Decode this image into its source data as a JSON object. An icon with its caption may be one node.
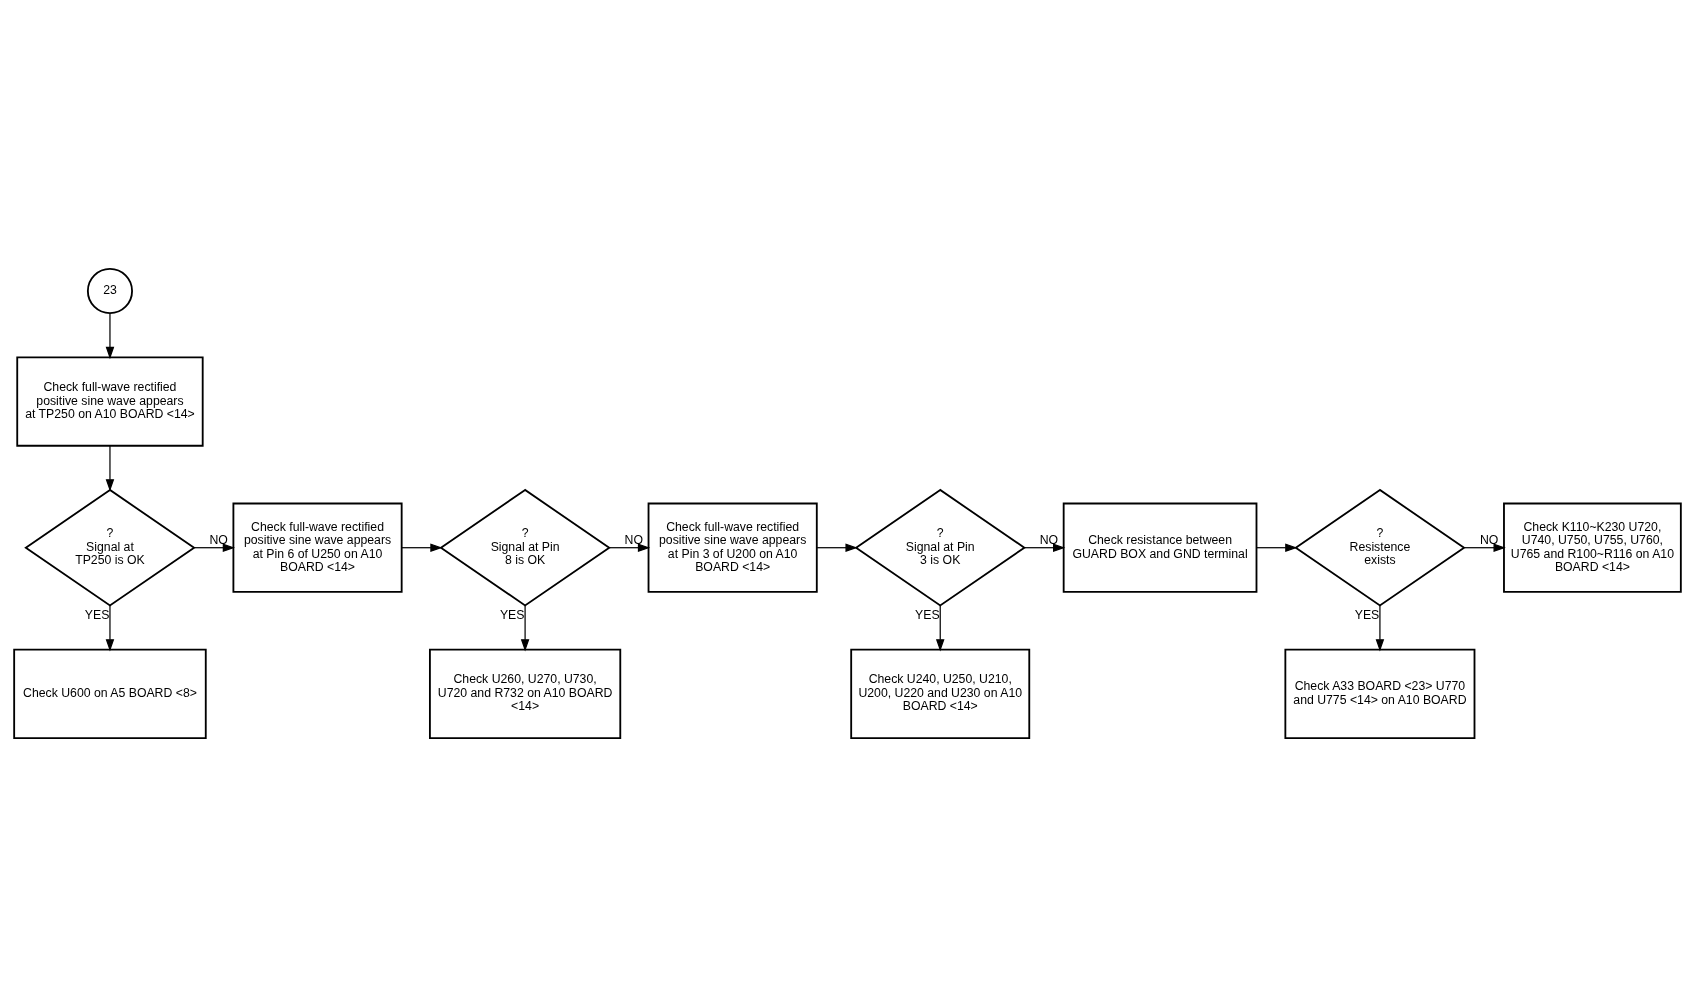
{
  "diagram": {
    "nodes": [
      {
        "text": [
          "23"
        ]
      },
      {
        "text": [
          "Check full-wave rectified positive sine wave appears at TP250 on A10 BOARD <14>"
        ]
      },
      {
        "text": [
          "?",
          "Signal at TP250 is OK"
        ]
      },
      {
        "text": [
          "Check full-wave rectified positive sine wave appears at Pin 6 of U250 on A10 BOARD <14>"
        ]
      },
      {
        "text": [
          "Check U600 on A5 BOARD <8>"
        ]
      },
      {
        "text": [
          "?",
          "Signal at Pin 8 is OK"
        ]
      },
      {
        "text": [
          "Check full-wave rectified positive sine wave appears at Pin 3 of U200 on A10 BOARD <14>"
        ]
      },
      {
        "text": [
          "Check U260, U270, U730, U720 and R732 on A10 BOARD <14>"
        ]
      },
      {
        "text": [
          "?",
          "Signal at Pin 3 is OK"
        ]
      },
      {
        "text": [
          "Check resistance between GUARD BOX and GND terminal"
        ]
      },
      {
        "text": [
          "Check U240, U250, U210, U200, U220 and U230 on A10 BOARD <14>"
        ]
      },
      {
        "text": [
          "?",
          "Resistence exists"
        ]
      },
      {
        "text": [
          "Check K110~K230 U720, U740, U750, U755, U760, U765 and R100~R116 on A10 BOARD <14>"
        ]
      },
      {
        "text": [
          "Check A33 BOARD <23> U770 and U775 <14> on A10 BOARD"
        ]
      }
    ],
    "edges": [
      {
        "from": 0,
        "to": 1,
        "arrow": "to"
      },
      {
        "from": 1,
        "to": 2,
        "arrow": "to"
      },
      {
        "from": 2,
        "to": 3,
        "arrow": "to",
        "label": "NO"
      },
      {
        "from": 2,
        "to": 4,
        "arrow": "to",
        "label": "YES"
      },
      {
        "from": 3,
        "to": 5,
        "arrow": "to"
      },
      {
        "from": 5,
        "to": 6,
        "arrow": "to",
        "label": "NO"
      },
      {
        "from": 5,
        "to": 7,
        "arrow": "to",
        "label": "YES"
      },
      {
        "from": 6,
        "to": 8,
        "arrow": "to"
      },
      {
        "from": 8,
        "to": 9,
        "arrow": "to",
        "label": "NO"
      },
      {
        "from": 8,
        "to": 10,
        "arrow": "to",
        "label": "YES"
      },
      {
        "from": 9,
        "to": 11,
        "arrow": "to"
      },
      {
        "from": 11,
        "to": 12,
        "arrow": "to",
        "label": "NO"
      },
      {
        "from": 11,
        "to": 13,
        "arrow": "to",
        "label": "YES"
      }
    ]
  }
}
